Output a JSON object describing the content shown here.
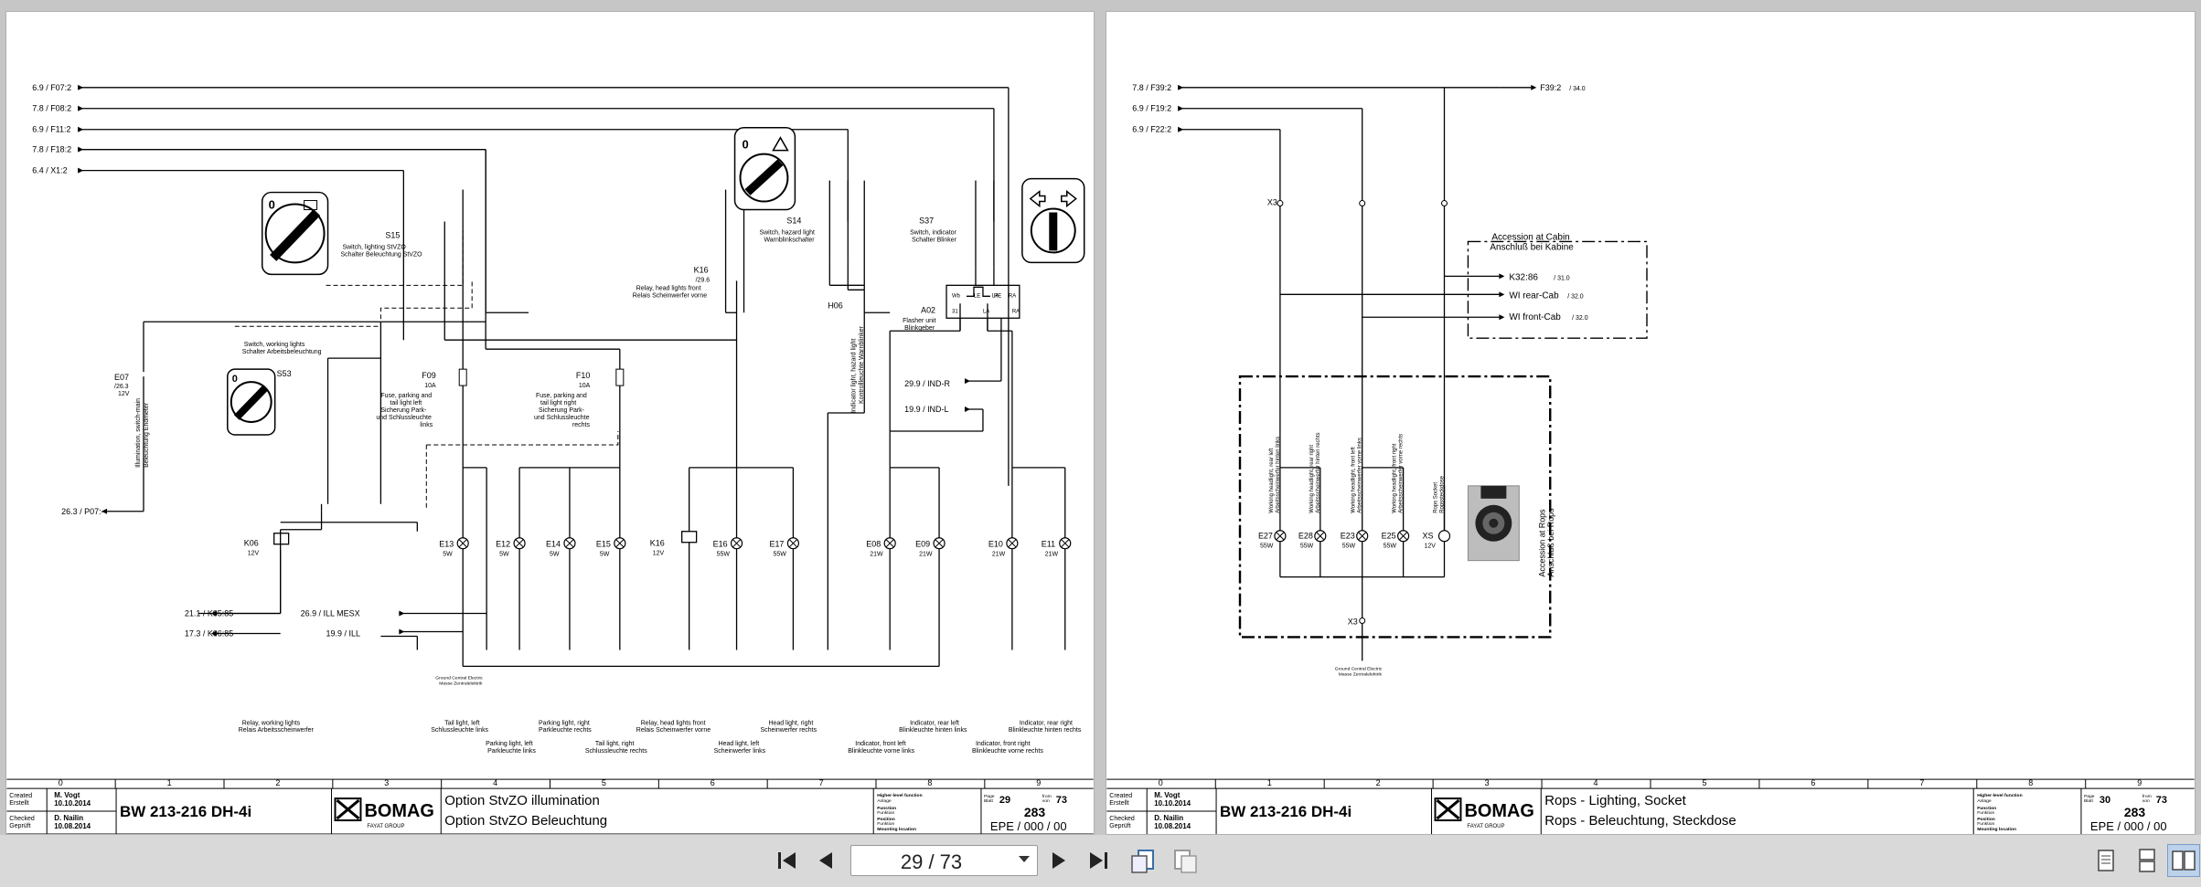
{
  "viewer": {
    "page_indicator": "29 / 73",
    "buttons": [
      "first-page",
      "previous-page",
      "next-page",
      "last-page",
      "rotate-left",
      "rotate-right",
      "single-page-view",
      "continuous-view",
      "two-page-view"
    ]
  },
  "pages": [
    {
      "title_block": {
        "created_label": "Created\nErstellt",
        "created_name": "M. Vogt",
        "created_date": "10.10.2014",
        "checked_label": "Checked\nGeprüft",
        "checked_name": "D. Nailin",
        "checked_date": "10.08.2014",
        "machine": "BW 213-216 DH-4i",
        "brand": "BOMAG",
        "brand_sub": "FAYAT GROUP",
        "title_en": "Option StvZO illumination",
        "title_de": "Option StvZO Beleuchtung",
        "page_label": "Page\nBlatt",
        "page": "29",
        "from_label": "from\nvon",
        "page_total": "73",
        "drawing_no": "283",
        "doc_code": "EPE / 000 / 00",
        "field_labels": [
          "Higher-level function\nAnlage",
          "Function\nFunktion",
          "Position\nFunktion",
          "Mounting location\nEinbauort"
        ]
      },
      "grid_numbers": [
        "0",
        "1",
        "2",
        "3",
        "4",
        "5",
        "6",
        "7",
        "8",
        "9"
      ],
      "refs_left": [
        "6.9 / F07:2",
        "7.8 / F08:2",
        "6.9 / F11:2",
        "7.8 / F18:2",
        "6.4 / X1:2"
      ],
      "components": {
        "S15": {
          "tag": "S15",
          "desc": "Switch, lighting StVZO\nSchalter Beleuchtung StVZO"
        },
        "S53": {
          "tag": "S53",
          "desc": "Switch, working lights\nSchalter Arbeitsbeleuchtung"
        },
        "S14": {
          "tag": "S14",
          "desc": "Switch, hazard light\nWarnblinkschalter"
        },
        "S37": {
          "tag": "S37",
          "desc": "Switch, indicator\nSchalter Blinker"
        },
        "K16": {
          "tag": "K16",
          "ref": "/29.6",
          "desc": "Relay, head lights front\nRelais Scheinwerfer vorne"
        },
        "E07": {
          "tag": "E07",
          "ref": "/26.3",
          "rating": "12V",
          "desc": "Illumination, switch-main\nBeleuchtung Endmeter"
        },
        "F09": {
          "tag": "F09",
          "rating": "10A",
          "desc": "Fuse, parking and\ntail light left\nSicherung Park-\nund Schlussleuchte\nlinks"
        },
        "F10": {
          "tag": "F10",
          "rating": "10A",
          "desc": "Fuse, parking and\ntail light right\nSicherung Park-\nund Schlussleuchte\nrechts"
        },
        "H06": {
          "tag": "H06",
          "desc": "Indicator light, hazard light\nKontrollleuchte Warnblinker"
        },
        "A02": {
          "tag": "A02",
          "desc": "Flasher unit\nBlinkgeber"
        },
        "K06": {
          "tag": "K06",
          "rating": "12V"
        }
      },
      "bottom_refs": [
        "26.3 / P07:-",
        "21.1 / K05:85",
        "17.3 / K06:85",
        "26.9 / ILL MESX",
        "19.9 / ILL",
        "29.9 / IND-R",
        "19.9 / IND-L"
      ],
      "lamps": [
        {
          "tag": "E13",
          "w": "5W"
        },
        {
          "tag": "E12",
          "w": "5W"
        },
        {
          "tag": "E14",
          "w": "5W"
        },
        {
          "tag": "E15",
          "w": "5W"
        },
        {
          "tag": "E16",
          "w": "55W"
        },
        {
          "tag": "E17",
          "w": "55W"
        },
        {
          "tag": "E08",
          "w": "21W"
        },
        {
          "tag": "E09",
          "w": "21W"
        },
        {
          "tag": "E10",
          "w": "21W"
        },
        {
          "tag": "E11",
          "w": "21W"
        }
      ],
      "captions": [
        "Relay, working lights\nRelais Arbeitsscheinwerfer",
        "Tail light, left\nSchlussleuchte links",
        "Parking light, left\nParkleuchte links",
        "Parking light, right\nParkleuchte rechts",
        "Tail light, right\nSchlussleuchte rechts",
        "Relay, head lights front\nRelais Scheinwerfer vorne",
        "Head light, left\nScheinwerfer links",
        "Head light, right\nScheinwerfer rechts",
        "Indicator, rear left\nBlinkleuchte hinten links",
        "Indicator, front left\nBlinkleuchte vorne links",
        "Indicator, rear right\nBlinkleuchte hinten rechts",
        "Indicator, front right\nBlinkleuchte vorne rechts"
      ],
      "ground_label": "Ground Central Electric\nMasse Zentralelektrik"
    },
    {
      "title_block": {
        "created_label": "Created\nErstellt",
        "created_name": "M. Vogt",
        "created_date": "10.10.2014",
        "checked_label": "Checked\nGeprüft",
        "checked_name": "D. Nailin",
        "checked_date": "10.08.2014",
        "machine": "BW 213-216 DH-4i",
        "brand": "BOMAG",
        "brand_sub": "FAYAT GROUP",
        "title_en": "Rops - Lighting, Socket",
        "title_de": "Rops - Beleuchtung, Steckdose",
        "page_label": "Page\nBlatt",
        "page": "30",
        "from_label": "from\nvon",
        "page_total": "73",
        "drawing_no": "283",
        "doc_code": "EPE / 000 / 00",
        "field_labels": [
          "Higher-level function\nAnlage",
          "Function\nFunktion",
          "Position\nFunktion",
          "Mounting location\nEinbauort"
        ]
      },
      "grid_numbers": [
        "0",
        "1",
        "2",
        "3",
        "4",
        "5",
        "6",
        "7",
        "8",
        "9"
      ],
      "refs_left": [
        "7.8 / F39:2",
        "6.9 / F19:2",
        "6.9 / F22:2"
      ],
      "ref_out": "F39:2",
      "ref_out_page": "/ 34.0",
      "cabin_box": {
        "title": "Accession at Cabin\nAnschluß bei Kabine",
        "rows": [
          {
            "tag": "K32:86",
            "ref": "/ 31.0"
          },
          {
            "tag": "WI rear-Cab",
            "ref": "/ 32.0"
          },
          {
            "tag": "WI front-Cab",
            "ref": "/ 32.0"
          }
        ]
      },
      "rops_box": {
        "title": "Accession at Rops\nAnschluß bei Rops"
      },
      "rops_items": [
        {
          "tag": "E27",
          "w": "55W",
          "desc": "Working headlight, rear left\nArbeitsscheinwerfer hinten links"
        },
        {
          "tag": "E28",
          "w": "55W",
          "desc": "Working headlight, rear right\nArbeitsscheinwerfer hinten rechts"
        },
        {
          "tag": "E23",
          "w": "55W",
          "desc": "Working headlight, front left\nArbeitsscheinwerfer vorne links"
        },
        {
          "tag": "E25",
          "w": "55W",
          "desc": "Working headlight, front right\nArbeitsscheinwerfer vorne rechts"
        },
        {
          "tag": "XS",
          "w": "12V",
          "desc": "Rops Socket\nRopssteckdose"
        }
      ],
      "ground_label": "Ground Central Electric\nMasse Zentralelektrik"
    }
  ]
}
